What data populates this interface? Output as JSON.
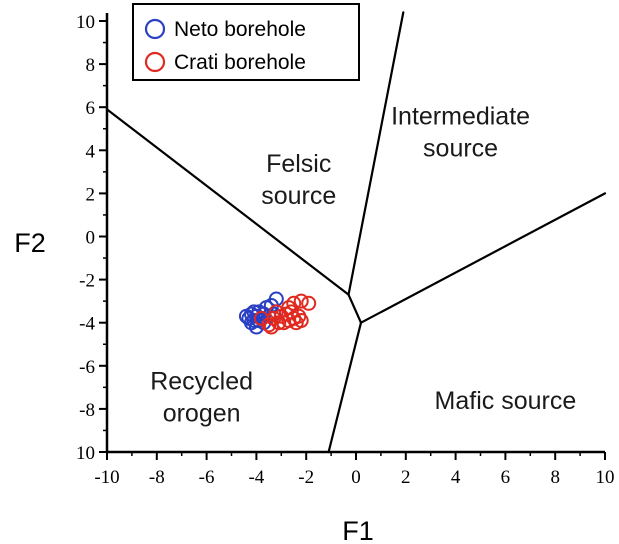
{
  "chart_data": {
    "type": "scatter",
    "title": "",
    "xlabel": "F1",
    "ylabel": "F2",
    "xlim": [
      -10,
      10
    ],
    "ylim": [
      -10,
      10
    ],
    "xticks": [
      "-10",
      "-8",
      "-6",
      "-4",
      "-2",
      "0",
      "2",
      "4",
      "6",
      "8",
      "10"
    ],
    "yticks": [
      "10",
      "8",
      "6",
      "4",
      "2",
      "0",
      "-2",
      "-4",
      "-6",
      "-8",
      "10"
    ],
    "grid": false,
    "legend": {
      "placement": "top-left"
    },
    "series": [
      {
        "name": "Neto borehole",
        "color": "#2a3fc4",
        "marker": "open-circle",
        "points": [
          [
            -4.4,
            -3.7
          ],
          [
            -4.3,
            -3.8
          ],
          [
            -4.2,
            -4.0
          ],
          [
            -4.2,
            -3.6
          ],
          [
            -4.1,
            -3.9
          ],
          [
            -4.0,
            -3.7
          ],
          [
            -4.0,
            -4.2
          ],
          [
            -3.9,
            -3.5
          ],
          [
            -3.9,
            -3.9
          ],
          [
            -3.8,
            -3.8
          ],
          [
            -3.7,
            -3.6
          ],
          [
            -3.7,
            -4.0
          ],
          [
            -3.6,
            -3.3
          ],
          [
            -3.5,
            -3.7
          ],
          [
            -3.4,
            -3.2
          ],
          [
            -3.3,
            -3.6
          ],
          [
            -3.2,
            -2.9
          ],
          [
            -4.1,
            -3.5
          ]
        ]
      },
      {
        "name": "Crati borehole",
        "color": "#e02a20",
        "marker": "open-circle",
        "points": [
          [
            -3.8,
            -3.8
          ],
          [
            -3.5,
            -4.1
          ],
          [
            -3.3,
            -3.8
          ],
          [
            -3.1,
            -4.0
          ],
          [
            -3.0,
            -3.7
          ],
          [
            -2.9,
            -4.0
          ],
          [
            -2.8,
            -3.6
          ],
          [
            -2.7,
            -3.9
          ],
          [
            -2.6,
            -3.5
          ],
          [
            -2.5,
            -3.8
          ],
          [
            -2.5,
            -3.1
          ],
          [
            -2.4,
            -4.0
          ],
          [
            -2.3,
            -3.7
          ],
          [
            -2.2,
            -3.9
          ],
          [
            -2.2,
            -3.0
          ],
          [
            -1.9,
            -3.1
          ],
          [
            -3.2,
            -3.5
          ],
          [
            -2.7,
            -3.3
          ],
          [
            -3.4,
            -4.2
          ]
        ]
      }
    ],
    "boundaries": [
      [
        [
          -10,
          5.9
        ],
        [
          -0.3,
          -2.7
        ]
      ],
      [
        [
          -0.3,
          -2.7
        ],
        [
          1.9,
          10.4
        ]
      ],
      [
        [
          -0.3,
          -2.7
        ],
        [
          0.2,
          -4.0
        ]
      ],
      [
        [
          0.2,
          -4.0
        ],
        [
          10,
          2.0
        ]
      ],
      [
        [
          0.2,
          -4.0
        ],
        [
          -1.1,
          -10
        ]
      ]
    ],
    "regions": [
      {
        "label_lines": [
          "Felsic",
          "source"
        ],
        "x": -2.3,
        "y": 3.0
      },
      {
        "label_lines": [
          "Intermediate",
          "source"
        ],
        "x": 4.2,
        "y": 5.2
      },
      {
        "label_lines": [
          "Recycled",
          "orogen"
        ],
        "x": -6.2,
        "y": -7.1
      },
      {
        "label_lines": [
          "Mafic source"
        ],
        "x": 6.0,
        "y": -8.0
      }
    ]
  }
}
